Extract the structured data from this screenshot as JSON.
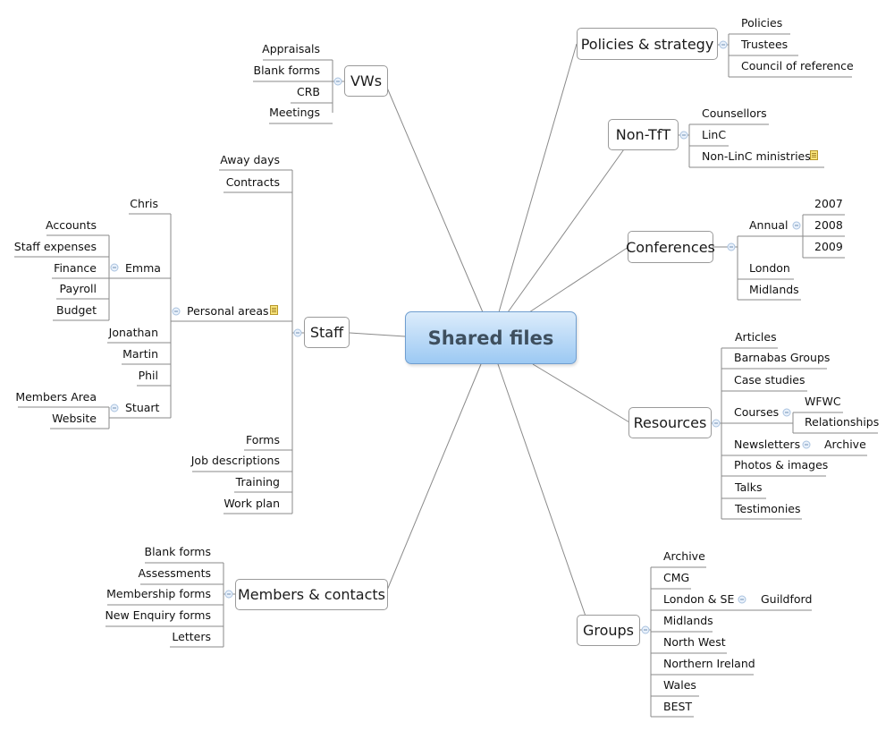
{
  "mindmap": {
    "central": "Shared files",
    "vws": {
      "title": "VWs",
      "items": [
        "Appraisals",
        "Blank forms",
        "CRB",
        "Meetings"
      ]
    },
    "policies": {
      "title": "Policies & strategy",
      "items": [
        "Policies",
        "Trustees",
        "Council of reference"
      ]
    },
    "nontft": {
      "title": "Non-TfT",
      "items": [
        "Counsellors",
        "LinC",
        "Non-LinC ministries"
      ]
    },
    "conferences": {
      "title": "Conferences",
      "annual": "Annual",
      "years": [
        "2007",
        "2008",
        "2009"
      ],
      "items": [
        "London",
        "Midlands"
      ]
    },
    "resources": {
      "title": "Resources",
      "items": [
        "Articles",
        "Barnabas Groups",
        "Case studies",
        "Courses",
        "Newsletters",
        "Photos & images",
        "Talks",
        "Testimonies"
      ],
      "courses_children": [
        "WFWC",
        "Relationships"
      ],
      "newsletters_children": [
        "Archive"
      ]
    },
    "groups": {
      "title": "Groups",
      "items": [
        "Archive",
        "CMG",
        "London & SE",
        "Midlands",
        "North West",
        "Northern Ireland",
        "Wales",
        "BEST"
      ],
      "london_children": [
        "Guildford"
      ]
    },
    "members": {
      "title": "Members & contacts",
      "items": [
        "Blank forms",
        "Assessments",
        "Membership forms",
        "New Enquiry forms",
        "Letters"
      ]
    },
    "staff": {
      "title": "Staff",
      "top_items": [
        "Away days",
        "Contracts"
      ],
      "personal_areas": "Personal areas",
      "people": [
        "Chris",
        "Emma",
        "Jonathan",
        "Martin",
        "Phil",
        "Stuart"
      ],
      "emma_children": [
        "Accounts",
        "Staff expenses",
        "Finance",
        "Payroll",
        "Budget"
      ],
      "stuart_children": [
        "Members Area",
        "Website"
      ],
      "bottom_items": [
        "Forms",
        "Job descriptions",
        "Training",
        "Work plan"
      ]
    }
  }
}
